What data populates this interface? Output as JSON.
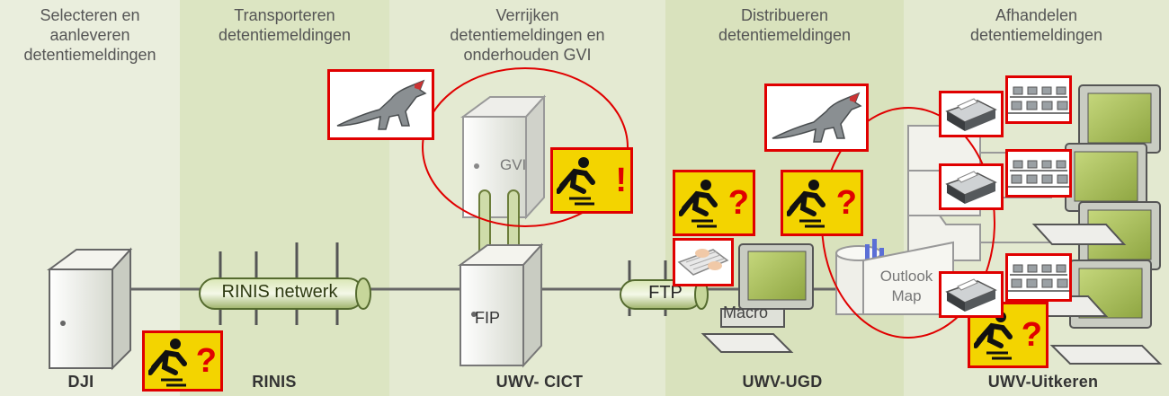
{
  "lanes": [
    {
      "title": "Selecteren en\naanleveren\ndetentiemeldingen",
      "footer": "DJI"
    },
    {
      "title": "Transporteren\ndetentiemeldingen",
      "footer": "RINIS"
    },
    {
      "title": "Verrijken\ndetentiemeldingen en\nonderhouden GVI",
      "footer": "UWV- CICT"
    },
    {
      "title": "Distribueren\ndetentiemeldingen",
      "footer": "UWV-UGD"
    },
    {
      "title": "Afhandelen\ndetentiemeldingen",
      "footer": "UWV-Uitkeren"
    }
  ],
  "nodes": {
    "rinis": "RINIS netwerk",
    "gvi": "GVI",
    "fip": "FIP",
    "ftp": "FTP",
    "macro": "Macro",
    "outlook_line1": "Outlook",
    "outlook_line2": "Map"
  },
  "warnings": {
    "dji": "?",
    "gvi": "!",
    "ugd_left": "?",
    "ugd_right": "?",
    "uitkeren": "?"
  },
  "colors": {
    "highlight_border": "#e00000",
    "warning_fill": "#f3d400"
  },
  "icons": {
    "dinosaur": "dinosaur-icon",
    "warning": "slip-hazard-warning-icon",
    "printer": "printer-icon",
    "workstations": "computer-room-icon",
    "keyboard": "keyboard-icon"
  }
}
